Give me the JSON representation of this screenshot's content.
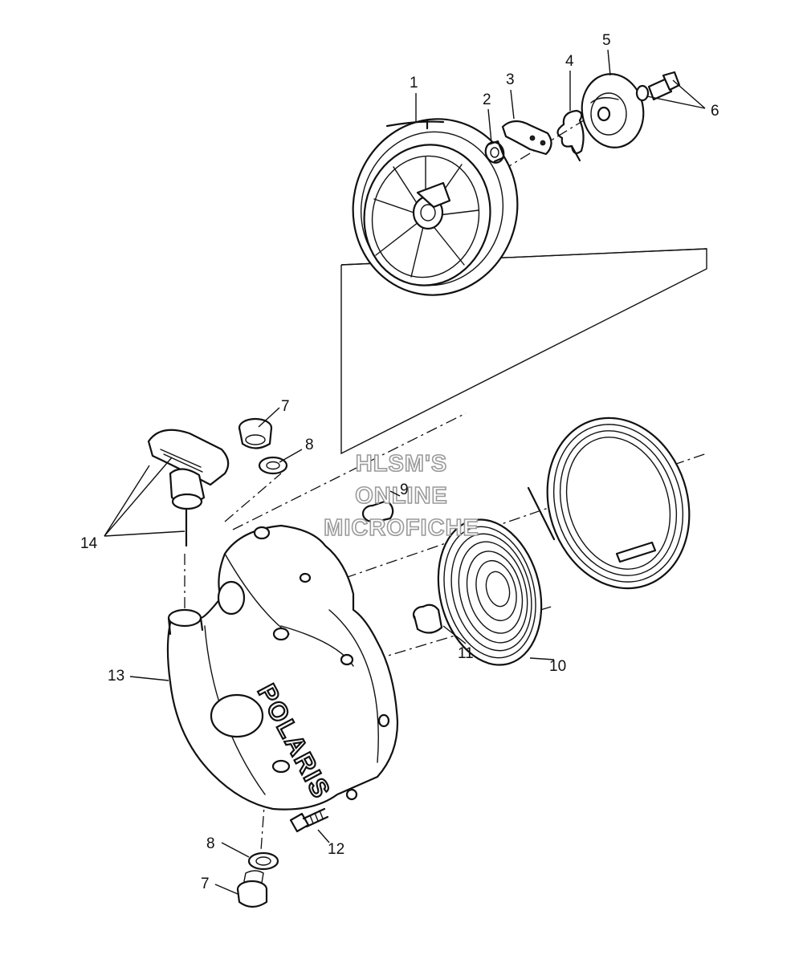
{
  "watermark": {
    "line1": "HLSM'S",
    "line2": "ONLINE",
    "line3": "MICROFICHE"
  },
  "brand_mark": "POLARIS",
  "callouts": {
    "c1": "1",
    "c2": "2",
    "c3": "3",
    "c4": "4",
    "c5": "5",
    "c6": "6",
    "c7a": "7",
    "c8a": "8",
    "c9": "9",
    "c10": "10",
    "c11": "11",
    "c12": "12",
    "c13": "13",
    "c14": "14",
    "c8b": "8",
    "c7b": "7"
  }
}
